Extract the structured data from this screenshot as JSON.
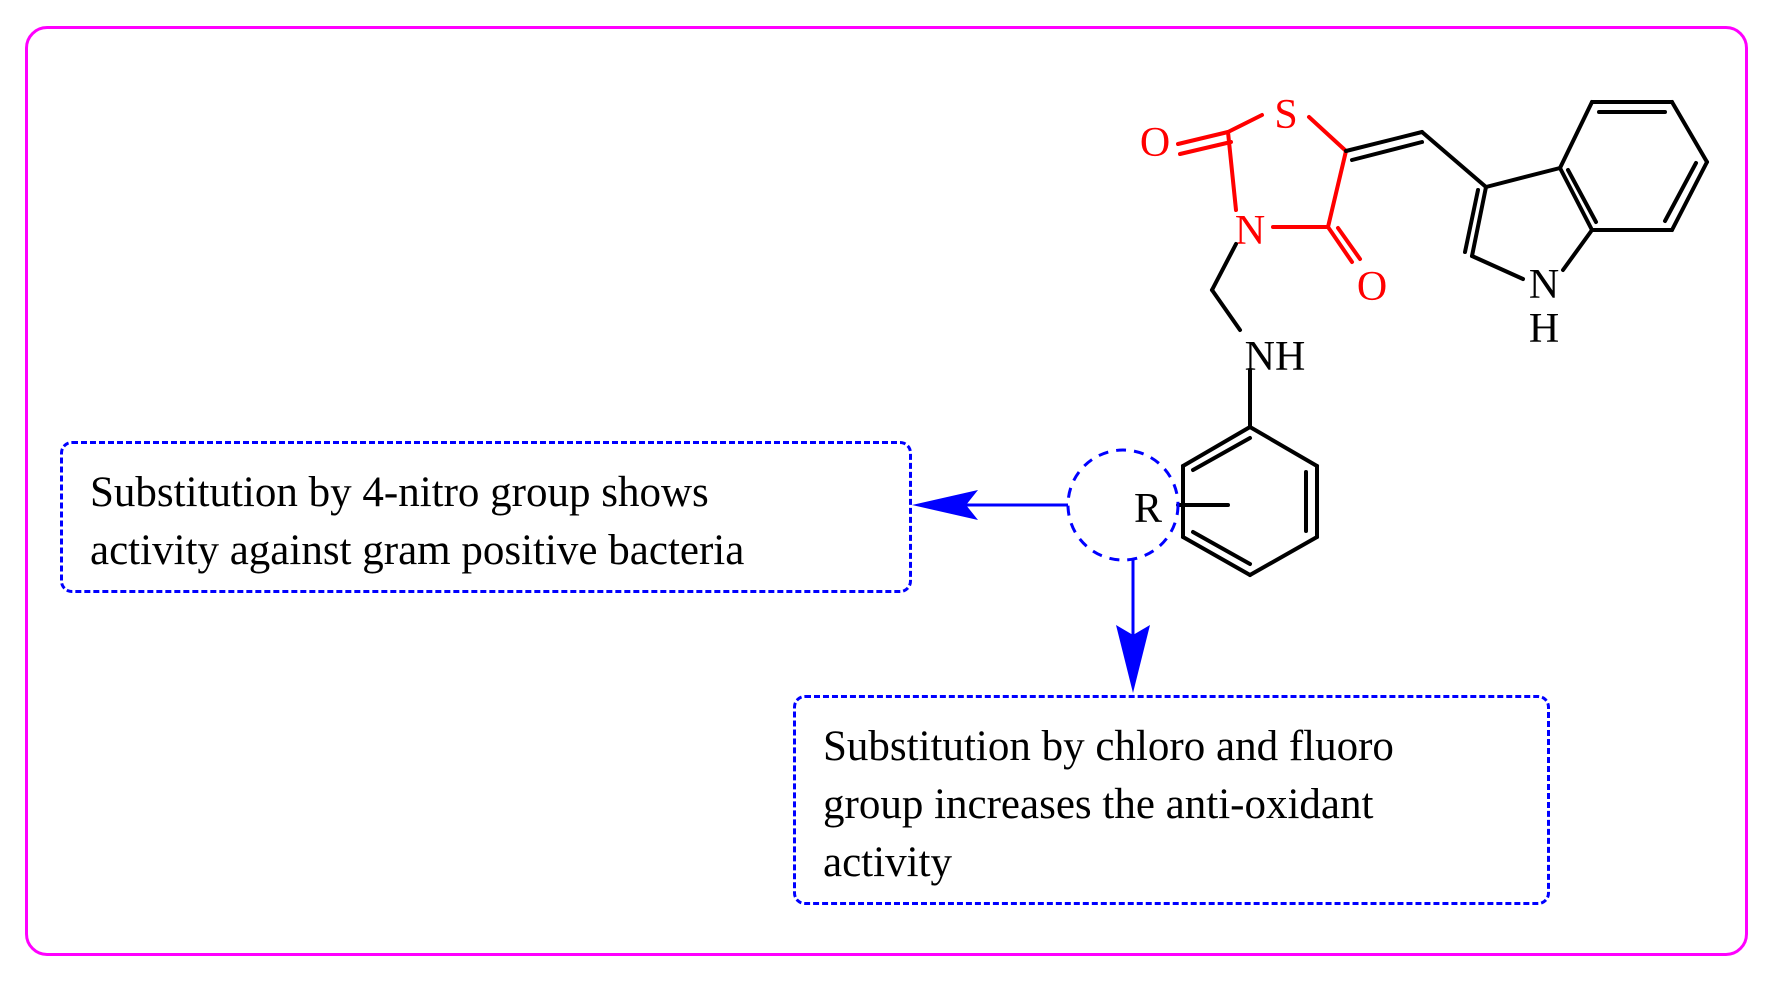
{
  "colors": {
    "frame": "#ff00ff",
    "core": "#ff0000",
    "callout": "#0000ff",
    "bond": "#000000"
  },
  "molecule": {
    "ring_atoms": {
      "sulfur": "S",
      "carbonyl_oxygen_left": "O",
      "ring_nitrogen": "N",
      "carbonyl_oxygen_right": "O"
    },
    "linker_amine": "NH",
    "indole_n": "N",
    "indole_h": "H",
    "substituent": "R"
  },
  "callouts": [
    {
      "lines": [
        "Substitution by 4-nitro group shows",
        "activity against gram positive bacteria"
      ]
    },
    {
      "lines": [
        "Substitution by chloro and fluoro",
        "group increases the anti-oxidant",
        "activity"
      ]
    }
  ]
}
